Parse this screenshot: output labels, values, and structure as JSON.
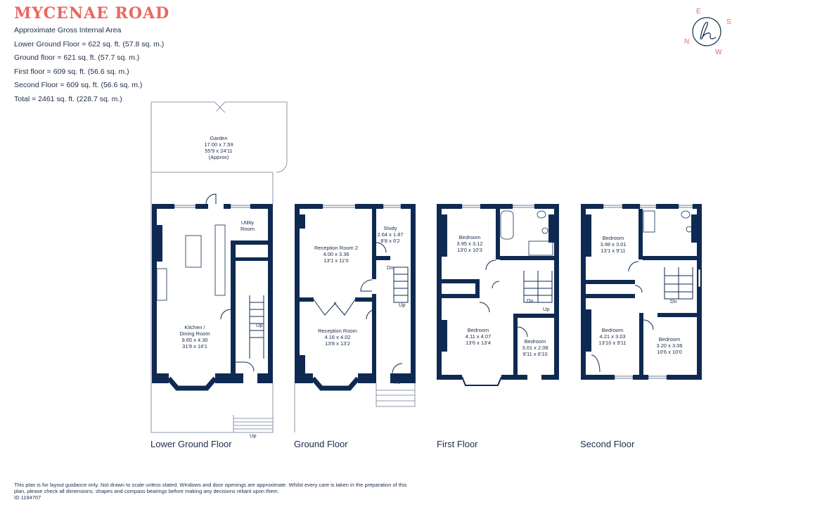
{
  "title": "MYCENAE ROAD",
  "area_summary": {
    "heading": "Approximate Gross Internal Area",
    "lines": [
      "Lower Ground Floor = 622 sq. ft. (57.8 sq. m.)",
      "Ground floor = 621 sq. ft. (57.7 sq. m.)",
      "First floor = 609 sq. ft. (56.6 sq. m.)",
      "Second Floor = 609 sq. ft. (56.6 sq. m.)",
      "Total = 2461 sq. ft. (228.7 sq. m.)"
    ]
  },
  "compass": {
    "n": "N",
    "e": "E",
    "s": "S",
    "w": "W"
  },
  "floors": {
    "lower_ground": {
      "label": "Lower Ground Floor",
      "garden": {
        "name": "Garden",
        "metric": "17.00 x 7.59",
        "imperial": "55'9 x 24'11",
        "note": "(Approx)"
      },
      "utility": {
        "name": "Utility",
        "name2": "Room"
      },
      "kitchen": {
        "name": "Kitchen /",
        "name2": "Dining Room",
        "metric": "9.65 x 4.30",
        "imperial": "31'8 x 14'1"
      },
      "up1": "Up",
      "up2": "Up"
    },
    "ground": {
      "label": "Ground Floor",
      "reception2": {
        "name": "Reception Room 2",
        "metric": "4.00 x 3.36",
        "imperial": "13'1 x 11'0"
      },
      "study": {
        "name": "Study",
        "metric": "2.64 x 1.87",
        "imperial": "8'8 x 6'2"
      },
      "reception": {
        "name": "Reception Room",
        "metric": "4.16 x 4.02",
        "imperial": "13'8 x 13'2"
      },
      "dn": "Dn",
      "up": "Up",
      "in": "IN"
    },
    "first": {
      "label": "First Floor",
      "bedroom_a": {
        "name": "Bedroom",
        "metric": "3.95 x 3.12",
        "imperial": "13'0 x 10'3"
      },
      "bedroom_b": {
        "name": "Bedroom",
        "metric": "4.11 x 4.07",
        "imperial": "13'6 x 13'4"
      },
      "bedroom_c": {
        "name": "Bedroom",
        "metric": "3.01 x 2.08",
        "imperial": "9'11 x 6'10"
      },
      "dn": "Dn",
      "up": "Up"
    },
    "second": {
      "label": "Second Floor",
      "bedroom_a": {
        "name": "Bedroom",
        "metric": "3.98 x 3.01",
        "imperial": "13'1 x 9'11"
      },
      "bedroom_b": {
        "name": "Bedroom",
        "metric": "4.21 x 3.03",
        "imperial": "13'10 x 9'11"
      },
      "bedroom_c": {
        "name": "Bedroom",
        "metric": "3.20 x 3.06",
        "imperial": "10'6 x 10'0"
      },
      "dn": "Dn"
    }
  },
  "disclaimer": "This plan is for layout guidance only. Not drawn to scale unless stated. Windows and door openings are approximate. Whilst every care is taken in the preparation of this plan, please check all dimensions, shapes and compass bearings before making any decisions reliant upon them.",
  "plan_id": "ID 1194707",
  "colors": {
    "accent": "#e8685f",
    "walls": "#0f2a52",
    "text": "#1c2b4a"
  }
}
